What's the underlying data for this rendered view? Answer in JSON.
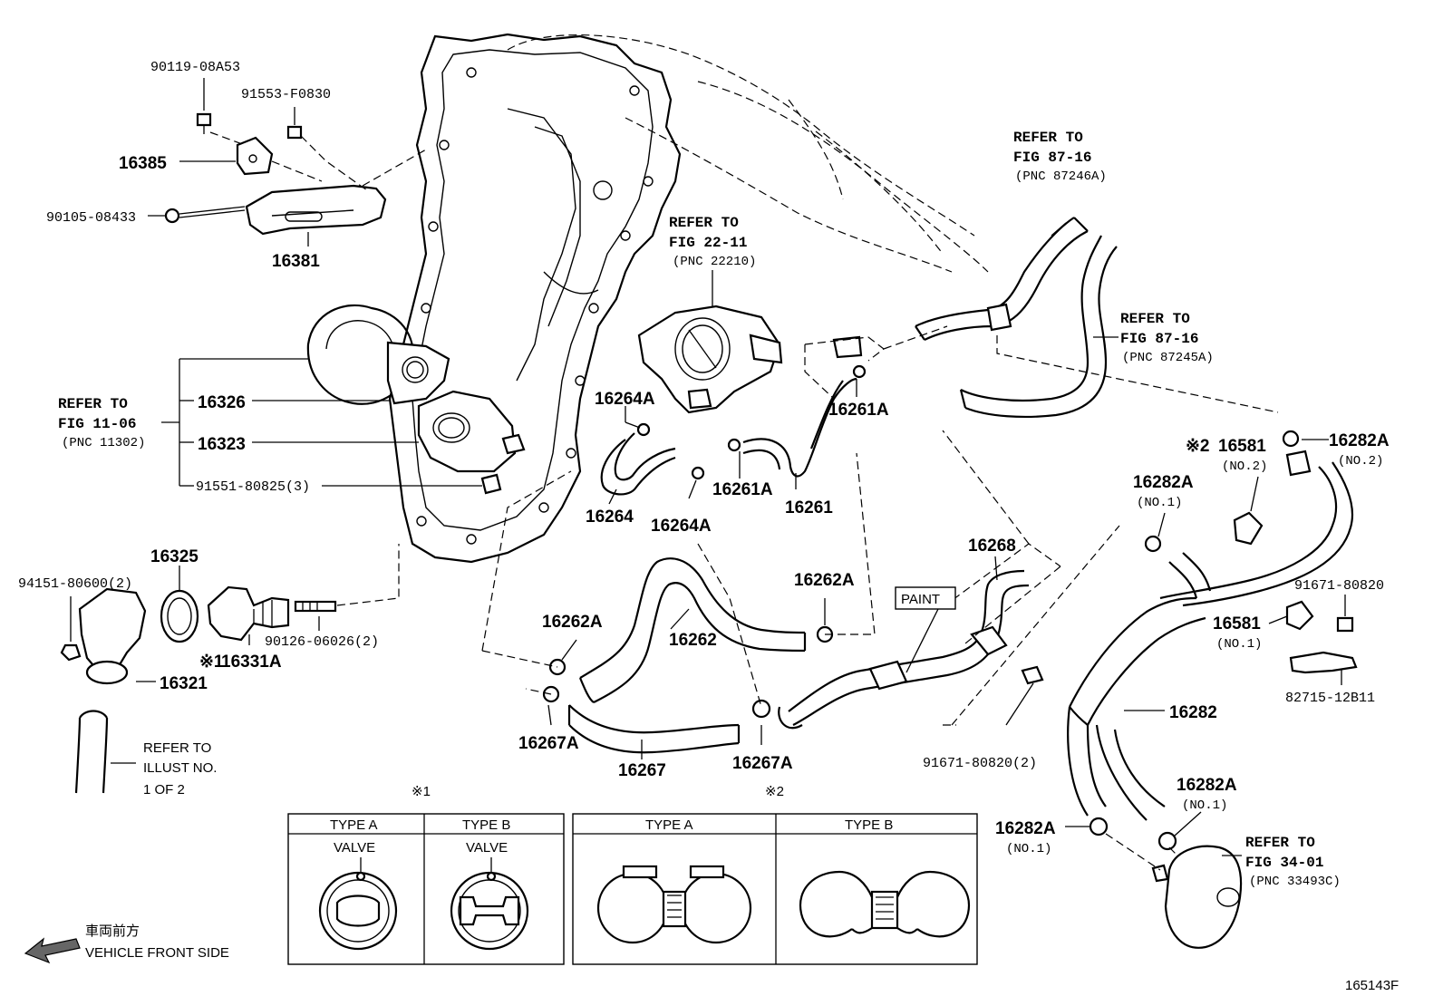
{
  "parts": {
    "p90119": "90119-08A53",
    "p91553": "91553-F0830",
    "p16385": "16385",
    "p90105": "90105-08433",
    "p16381": "16381",
    "p16326": "16326",
    "p16323": "16323",
    "p91551": "91551-80825(3)",
    "p16325": "16325",
    "p94151": "94151-80600(2)",
    "p16331a": "16331A",
    "p16321": "16321",
    "p90126": "90126-06026(2)",
    "p16264a_1": "16264A",
    "p16264": "16264",
    "p16264a_2": "16264A",
    "p16261a_1": "16261A",
    "p16261a_2": "16261A",
    "p16261": "16261",
    "p16262a_1": "16262A",
    "p16262a_2": "16262A",
    "p16262": "16262",
    "p16267a_1": "16267A",
    "p16267": "16267",
    "p16267a_2": "16267A",
    "p16268": "16268",
    "p91671_2": "91671-80820(2)",
    "p16581_no2": "16581",
    "p16282a_no2": "16282A",
    "p16282a_no1_top": "16282A",
    "p16581_no1": "16581",
    "p91671": "91671-80820",
    "p82715": "82715-12B11",
    "p16282": "16282",
    "p16282a_no1_b1": "16282A",
    "p16282a_no1_b2": "16282A"
  },
  "subs": {
    "no2_a": "(NO.2)",
    "no2_b": "(NO.2)",
    "no1_a": "(NO.1)",
    "no1_b": "(NO.1)",
    "no1_c": "(NO.1)",
    "no1_d": "(NO.1)"
  },
  "marks": {
    "m1_16331a": "※1",
    "m2_16581": "※2",
    "m1_table": "※1",
    "m2_table": "※2"
  },
  "refs": {
    "fig8716a_l1": "REFER TO",
    "fig8716a_l2": "FIG 87-16",
    "fig8716a_l3": "(PNC 87246A)",
    "fig2211_l1": "REFER TO",
    "fig2211_l2": "FIG 22-11",
    "fig2211_l3": "(PNC 22210)",
    "fig8716b_l1": "REFER TO",
    "fig8716b_l2": "FIG 87-16",
    "fig8716b_l3": "(PNC 87245A)",
    "fig1106_l1": "REFER TO",
    "fig1106_l2": "FIG 11-06",
    "fig1106_l3": "(PNC 11302)",
    "illust_l1": "REFER TO",
    "illust_l2": "ILLUST NO.",
    "illust_l3": "1 OF 2",
    "fig3401_l1": "REFER TO",
    "fig3401_l2": "FIG 34-01",
    "fig3401_l3": "(PNC 33493C)"
  },
  "paint_label": "PAINT",
  "table1": {
    "type_a": "TYPE A",
    "type_b": "TYPE B",
    "valve_a": "VALVE",
    "valve_b": "VALVE"
  },
  "table2": {
    "type_a": "TYPE A",
    "type_b": "TYPE B"
  },
  "front": {
    "jp": "車両前方",
    "en": "VEHICLE FRONT SIDE"
  },
  "figure_id": "165143F"
}
